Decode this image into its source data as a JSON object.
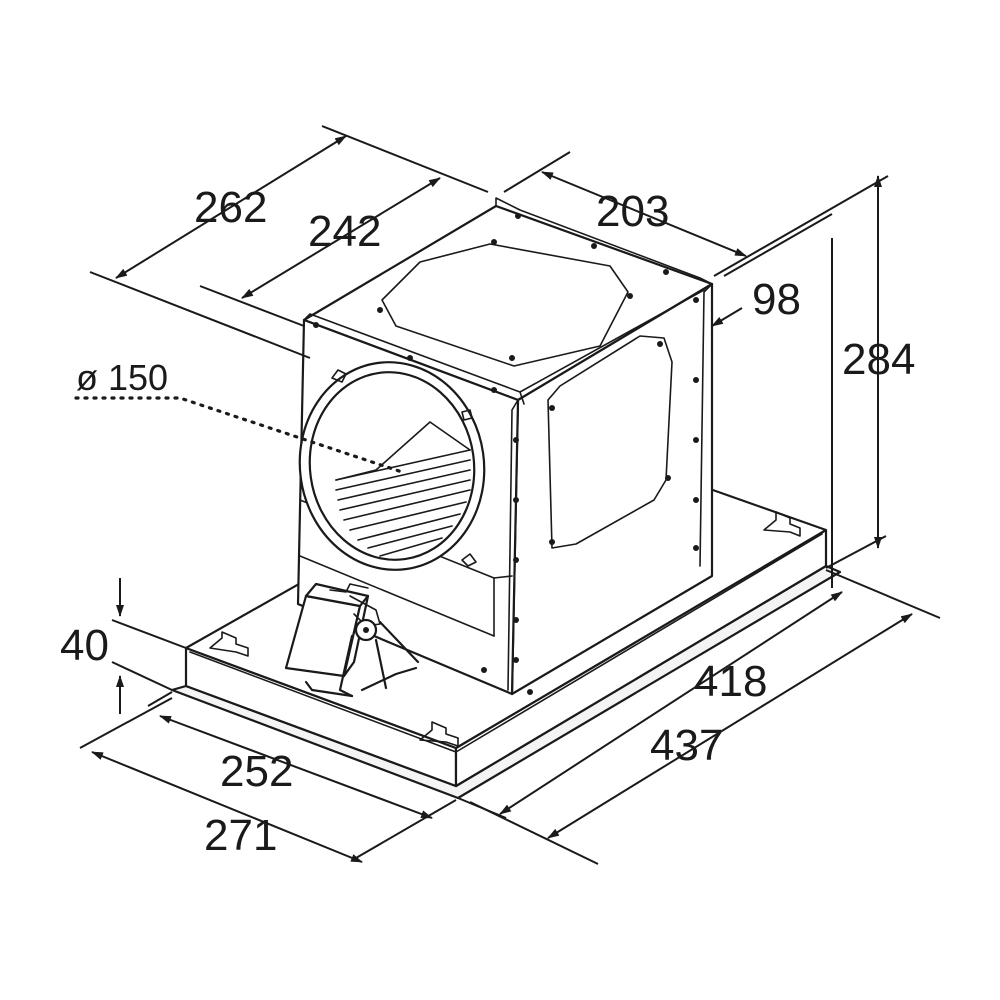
{
  "dimensions": {
    "d262": "262",
    "d242": "242",
    "d203": "203",
    "d98": "98",
    "d284": "284",
    "d_phi150": "ø 150",
    "d40": "40",
    "d418": "418",
    "d437": "437",
    "d252": "252",
    "d271": "271"
  },
  "colors": {
    "line": "#1a1a1a",
    "background": "#ffffff"
  }
}
